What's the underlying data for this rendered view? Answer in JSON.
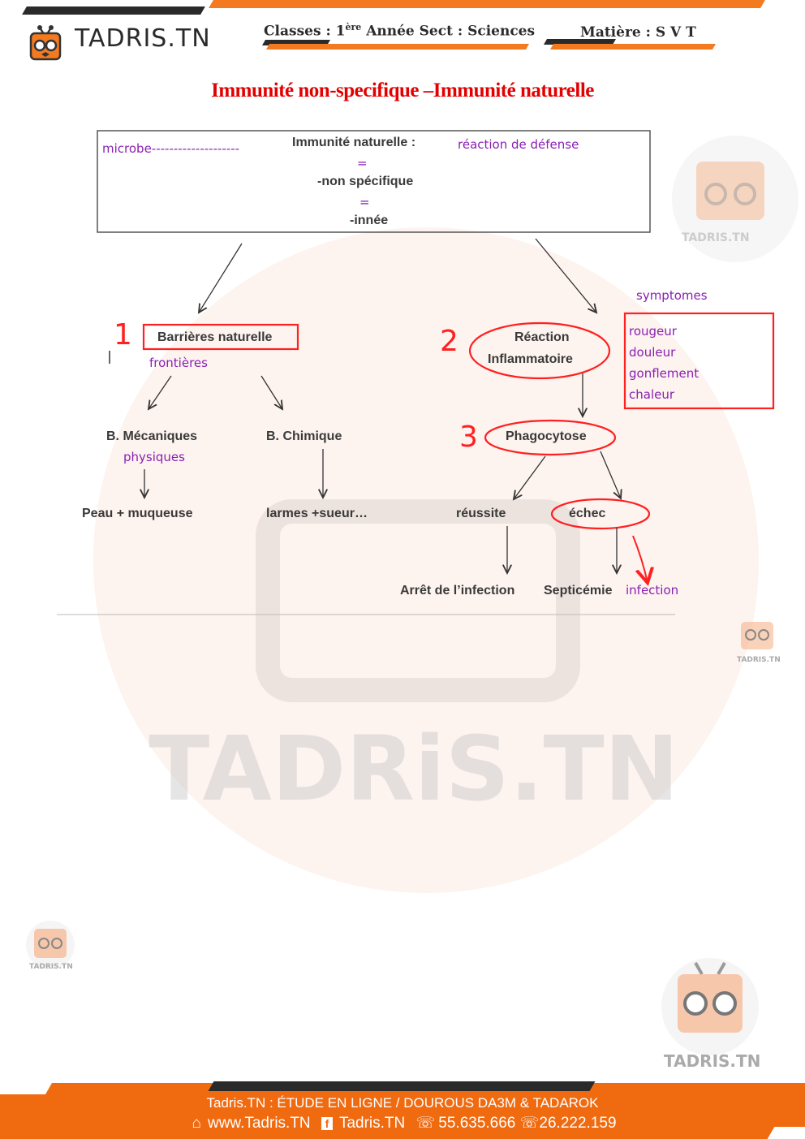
{
  "header": {
    "logo_text": "TADRIS.TN",
    "classes_label": "Classes : 1",
    "classes_sup": "ère",
    "classes_rest": " Année  Sect : Sciences",
    "matiere": "Matière : S V T"
  },
  "title": "Immunité non-specifique –Immunité naturelle",
  "diagram": {
    "top_box": {
      "heading": "Immunité naturelle :",
      "eq1": "=",
      "line2": "-non spécifique",
      "eq2": "=",
      "line3": "-innée"
    },
    "annot_microbe": "microbe--------------------",
    "annot_reaction": "réaction de défense",
    "num1": "1",
    "num2": "2",
    "num3": "3",
    "barrieres": "Barrières naturelle",
    "frontieres": "frontières",
    "reaction": "Réaction",
    "inflammatoire": "Inflammatoire",
    "symptomes_label": "symptomes",
    "symptomes": [
      "rougeur",
      "douleur",
      "gonflement",
      "chaleur"
    ],
    "b_mecaniques": "B. Mécaniques",
    "physiques": "physiques",
    "b_chimique": "B. Chimique",
    "peau": "Peau + muqueuse",
    "larmes": "larmes +sueur…",
    "phagocytose": "Phagocytose",
    "reussite": "réussite",
    "echec": "échec",
    "arret": "Arrêt de l’infection",
    "septicemie": "Septicémie",
    "infection": "infection"
  },
  "watermark": "TADRiS.TN",
  "small_logo_text": "TADRIS.TN",
  "footer": {
    "line1": "Tadris.TN : ÉTUDE EN LIGNE / DOUROUS DA3M & TADAROK",
    "website": "www.Tadris.TN",
    "facebook": "Tadris.TN",
    "phone1": "55.635.666",
    "phone2": "26.222.159"
  },
  "colors": {
    "accent_orange": "#f06a10",
    "title_red": "#e20000",
    "handwriting_purple": "#8a1fb3",
    "annotation_red": "#ff2020"
  }
}
